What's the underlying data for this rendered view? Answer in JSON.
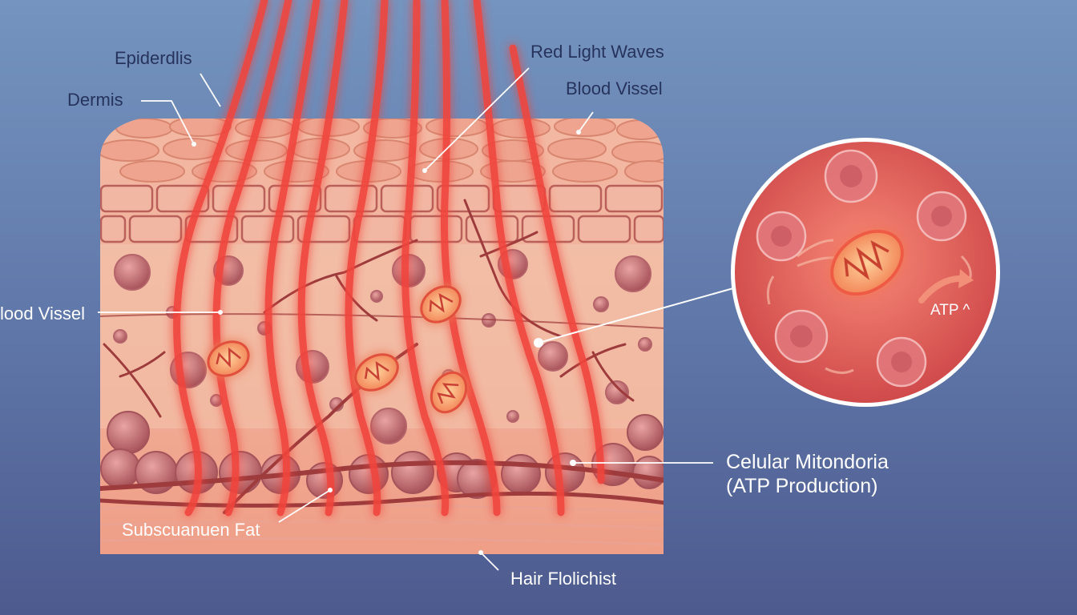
{
  "labels": {
    "epidermis": "Epiderdlis",
    "dermis": "Dermis",
    "red_light": "Red Light Waves",
    "blood_vessel_right": "Blood Vissel",
    "blood_vessel_left": "lood Vissel",
    "mitochondria_line1": "Celular Mitondoria",
    "mitochondria_line2": "(ATP Production)",
    "fat": "Subscuanuen Fat",
    "hair": "Hair Flolichist",
    "atp": "ATP ^"
  },
  "colors": {
    "background_top": "#7594bf",
    "background_bottom": "#4d5a8e",
    "skin": "#f1b49f",
    "light_wave": "#f0453d",
    "vessel": "#9e3b3c",
    "callout_fill": "#dd5a57"
  }
}
